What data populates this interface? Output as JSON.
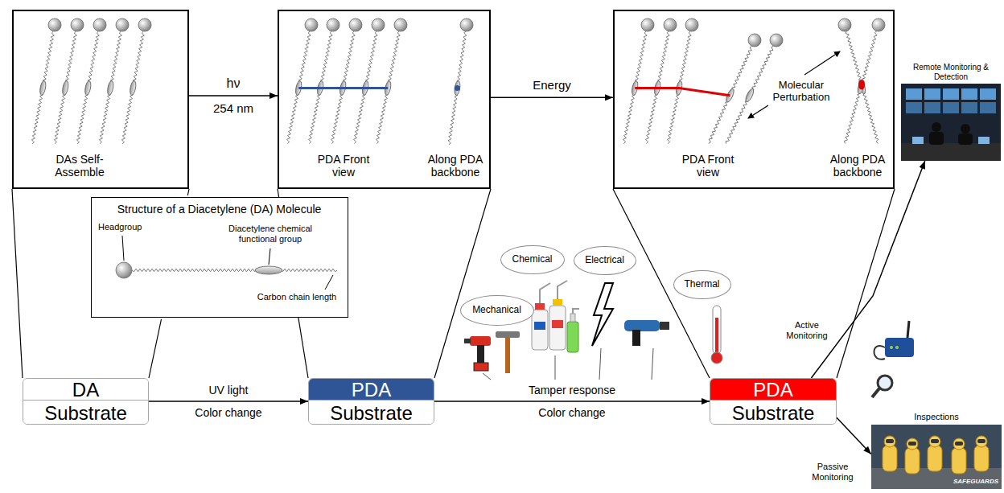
{
  "diagram": {
    "nodes": [
      {
        "text": [
          "DAs Self-Assemble"
        ]
      },
      {
        "text": [
          "PDA Front view",
          "Along PDA backbone"
        ]
      },
      {
        "text": [
          "PDA Front view",
          "Molecular Perturbation",
          "Along PDA backbone"
        ]
      },
      {
        "text": [
          "Structure of a Diacetylene (DA) Molecule",
          "Headgroup",
          "Diacetylene chemical functional group",
          "Carbon chain length"
        ]
      },
      {
        "text": [
          "DA",
          "Substrate"
        ]
      },
      {
        "text": [
          "PDA",
          "Substrate"
        ]
      },
      {
        "text": [
          "Mechanical"
        ]
      },
      {
        "text": [
          "Chemical"
        ]
      },
      {
        "text": [
          "Electrical"
        ]
      },
      {
        "text": [
          "Thermal"
        ]
      },
      {
        "text": [
          "PDA",
          "Substrate"
        ]
      },
      {
        "text": [
          "Remote Monitoring & Detection"
        ]
      },
      {
        "text": [
          "Inspections",
          "SAFEGUARDS"
        ]
      }
    ],
    "edges": [
      {
        "from": 0,
        "to": 1,
        "arrow": "to",
        "label": "hν"
      },
      {
        "from": 1,
        "to": 2,
        "arrow": "to",
        "label": "Energy"
      },
      {
        "from": 0,
        "to": 4,
        "arrow": "none"
      },
      {
        "from": 1,
        "to": 5,
        "arrow": "none"
      },
      {
        "from": 2,
        "to": 10,
        "arrow": "none"
      },
      {
        "from": 4,
        "to": 5,
        "arrow": "to",
        "label": "UV light"
      },
      {
        "from": 5,
        "to": 10,
        "arrow": "to",
        "label": "Tamper response"
      },
      {
        "from": 10,
        "to": 11,
        "arrow": "to",
        "label": "Active Monitoring"
      },
      {
        "from": 10,
        "to": 12,
        "arrow": "to",
        "label": "Passive Monitoring"
      }
    ],
    "labels": [
      "254 nm",
      "Color change",
      "Color change"
    ]
  }
}
